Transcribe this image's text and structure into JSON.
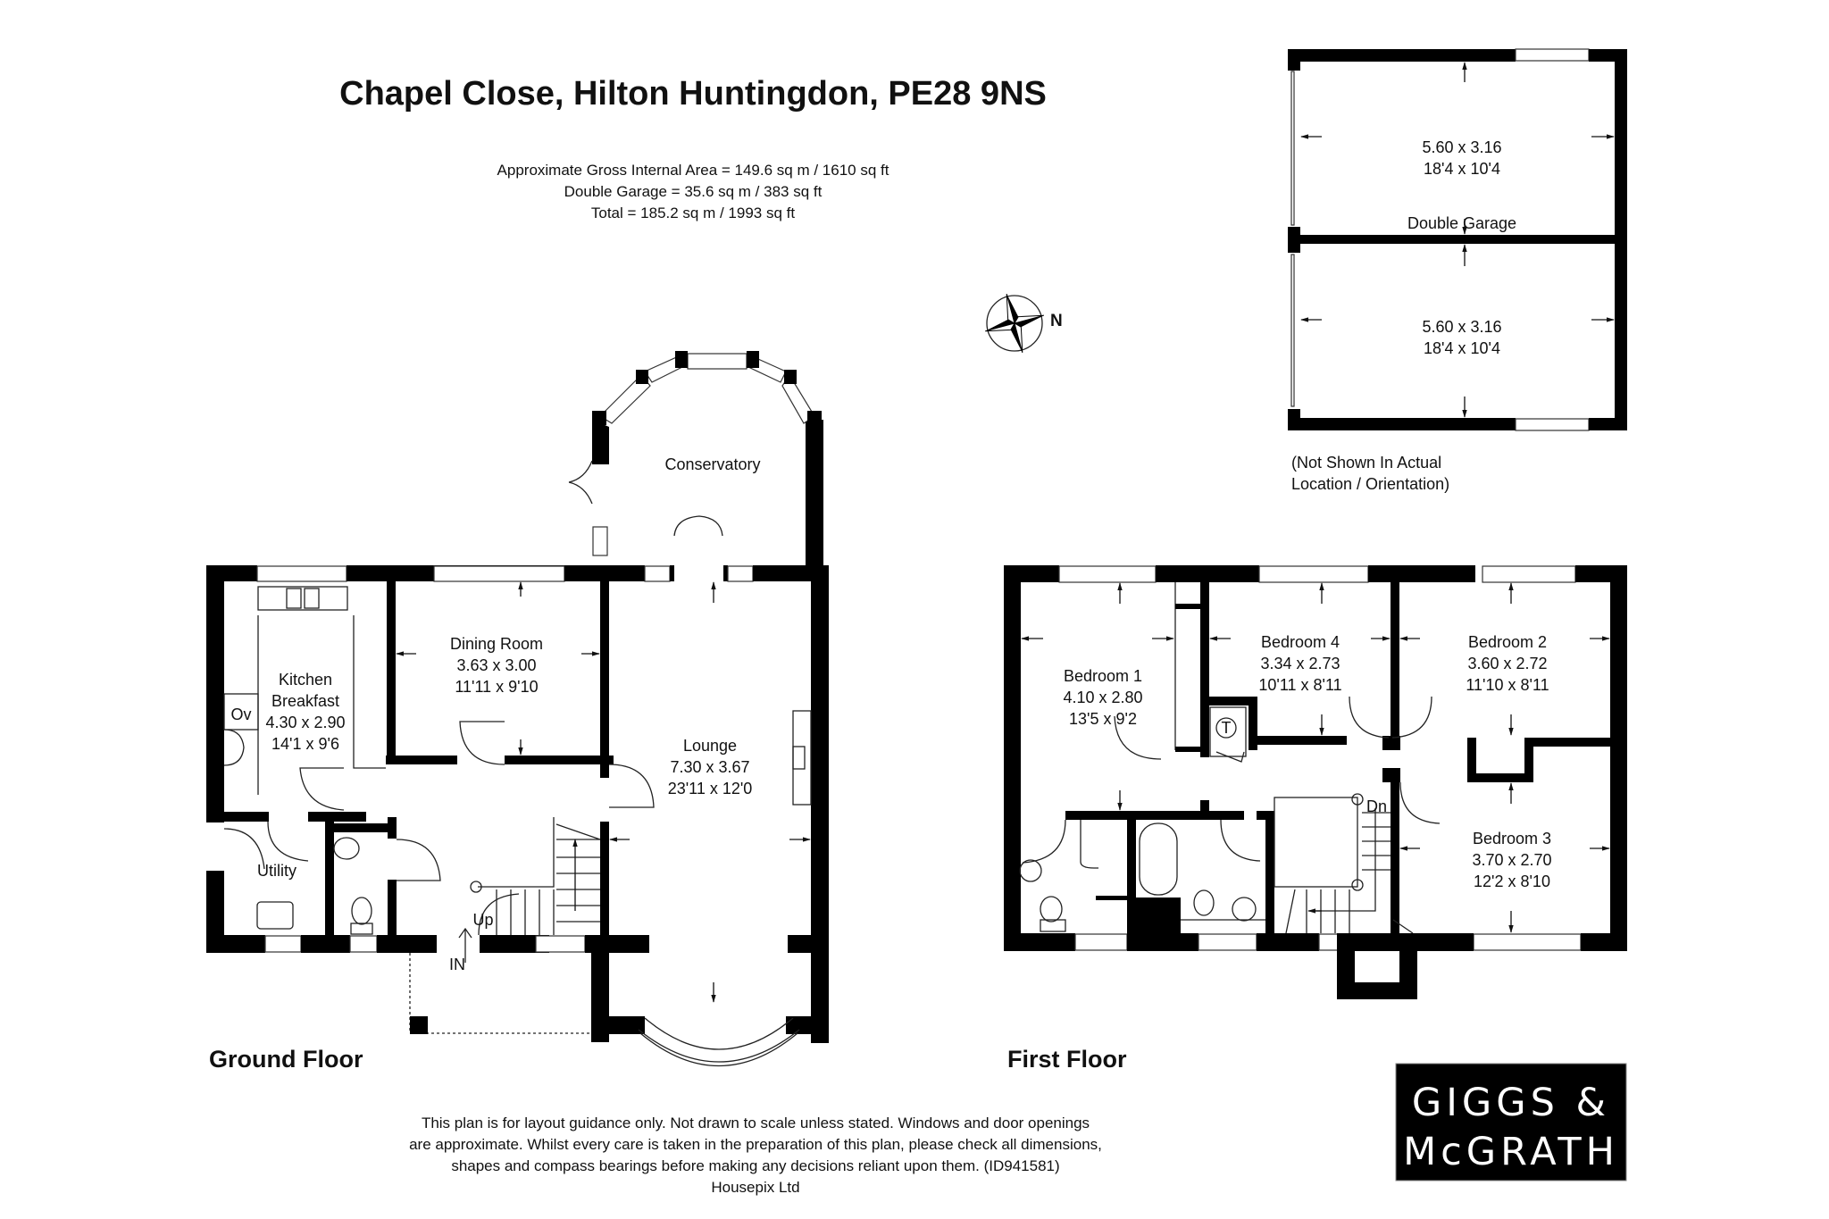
{
  "header": {
    "title": "Chapel Close, Hilton Huntingdon, PE28 9NS",
    "area_lines": [
      "Approximate Gross Internal Area = 149.6 sq m / 1610 sq ft",
      "Double Garage = 35.6 sq m / 383 sq ft",
      "Total = 185.2 sq m / 1993 sq ft"
    ]
  },
  "compass": {
    "label": "N",
    "icon": "compass-rose-icon"
  },
  "garage": {
    "label": "Double Garage",
    "bays": [
      {
        "metric": "5.60 x 3.16",
        "imperial": "18'4 x 10'4"
      },
      {
        "metric": "5.60 x 3.16",
        "imperial": "18'4 x 10'4"
      }
    ],
    "note_lines": [
      "(Not Shown In Actual",
      "Location / Orientation)"
    ]
  },
  "ground_floor": {
    "label": "Ground Floor",
    "rooms": {
      "kitchen": {
        "name_lines": [
          "Kitchen",
          "Breakfast"
        ],
        "metric": "4.30 x 2.90",
        "imperial": "14'1 x 9'6"
      },
      "oven": {
        "name": "Ov"
      },
      "dining": {
        "name": "Dining Room",
        "metric": "3.63 x 3.00",
        "imperial": "11'11 x 9'10"
      },
      "lounge": {
        "name": "Lounge",
        "metric": "7.30 x 3.67",
        "imperial": "23'11 x 12'0"
      },
      "conservatory": {
        "name": "Conservatory"
      },
      "utility": {
        "name": "Utility"
      }
    },
    "markers": {
      "up": "Up",
      "entrance": "IN"
    }
  },
  "first_floor": {
    "label": "First Floor",
    "rooms": {
      "bedroom1": {
        "name": "Bedroom 1",
        "metric": "4.10 x 2.80",
        "imperial": "13'5 x 9'2"
      },
      "bedroom2": {
        "name": "Bedroom 2",
        "metric": "3.60 x 2.72",
        "imperial": "11'10 x 8'11"
      },
      "bedroom3": {
        "name": "Bedroom 3",
        "metric": "3.70 x 2.70",
        "imperial": "12'2 x 8'10"
      },
      "bedroom4": {
        "name": "Bedroom 4",
        "metric": "3.34 x 2.73",
        "imperial": "10'11 x 8'11"
      },
      "tank": {
        "name": "T"
      }
    },
    "markers": {
      "down": "Dn"
    }
  },
  "disclaimer": {
    "lines": [
      "This plan is for layout guidance only. Not drawn to scale unless stated. Windows and door openings",
      "are approximate. Whilst every care is taken in the preparation of this plan, please check all dimensions,",
      "shapes and compass bearings before making any decisions reliant upon them. (ID941581)",
      "Housepix Ltd"
    ]
  },
  "logo": {
    "lines": [
      "GIGGS &",
      "McGRATH"
    ],
    "bg_color": "#000000",
    "fg_color": "#ffffff"
  }
}
